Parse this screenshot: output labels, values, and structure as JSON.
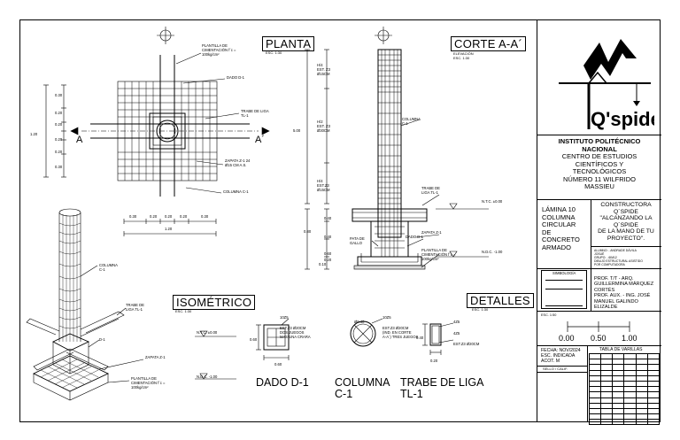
{
  "views": {
    "planta": {
      "title": "PLANTA",
      "scale": "ESC. 1:30"
    },
    "corte": {
      "title": "CORTE A-A´",
      "scale1": "ELEVACIÓN",
      "scale2": "ESC. 1:30"
    },
    "isometrico": {
      "title": "ISOMÉTRICO",
      "scale": "ESC. 1:30"
    },
    "detalles": {
      "title": "DETALLES",
      "scale": "ESC. 1:30"
    }
  },
  "planta_labels": {
    "plantilla": [
      "PLANTILLA DE",
      "CIMENTACIÓN f´c =",
      "100kg/cm²"
    ],
    "dado": "DADO D-1",
    "trabe": [
      "TRABE DE LIGA",
      "TL-1"
    ],
    "zapata": [
      "ZAPATA Z-1 24",
      "Ø15 CM A.S."
    ],
    "columna": "COLUMNA C-1",
    "section_marker": "A",
    "section_marker2": "A´",
    "dims_left": [
      "0.30",
      "0.20",
      "0.20",
      "0.20",
      "0.20",
      "0.30"
    ],
    "dim_total_left": "1.20",
    "dims_bottom": [
      "0.30",
      "0.20",
      "0.20",
      "0.20",
      "0.30"
    ],
    "dim_total_bottom": "1.20"
  },
  "corte_labels": {
    "ha": [
      "H/4",
      "EST. Z3",
      "Ø15CM"
    ],
    "hb": [
      "H/2",
      "EST. Z3",
      "Ø30CM"
    ],
    "hc": [
      "H/4",
      "EST.Z3",
      "Ø15CM"
    ],
    "height": "5.00",
    "columna": [
      "COLUMNA",
      "C-1"
    ],
    "trabe": [
      "TRABE DE",
      "LIGA TL-1"
    ],
    "ntc": "N.T.C. ±0.00",
    "zapata": "ZAPATA Z-1",
    "dado": "DADO D-1",
    "pata": [
      "PATA DE",
      "GALLO"
    ],
    "plantilla": [
      "PLANTILLA DE",
      "CIMENTACIÓN f´c =",
      "100kg/cm²"
    ],
    "ndc": "N.D.C. -1.00",
    "dims": [
      "0.40",
      "0.40",
      "0.60",
      "0.20",
      "0.10"
    ],
    "total": "0.80"
  },
  "iso_labels": {
    "columna": [
      "COLUMNA",
      "C-1"
    ],
    "trabe": [
      "TRABE DE",
      "LIGA TL-1"
    ],
    "dado": "D-1",
    "ntc": "N.T.C. ±0.00",
    "zapata": "ZAPATA Z-1",
    "plantilla": [
      "PLANTILLA DE",
      "CIMENTACIÓN f´c =",
      "100kg/cm²"
    ],
    "ndc": "N.D.C. -1.00"
  },
  "detalles": {
    "dado_spec": "10Z5",
    "dado_text": [
      "EST.Z3 Ø20CM",
      "DOS JUEGOS",
      "MAS UNA CRARA"
    ],
    "dado_dim_v": "0.60",
    "dado_dim_h": "0.60",
    "col_dim": "Ø0.40",
    "col_spec": "10Z5",
    "col_text": [
      "EST.Z3 Ø20CM",
      "(IND. EN CORTE",
      "A-A´) TRES JUEGOS"
    ],
    "trabe_spec_top": "4Z5",
    "trabe_spec_bot": "4Z5",
    "trabe_text": "EST.Z3 Ø20CM",
    "trabe_dim_v": "0.40",
    "trabe_dim_h": "0.20",
    "caption_dado": "DADO D-1",
    "caption_col": [
      "COLUMNA",
      "C-1"
    ],
    "caption_trabe": [
      "TRABE DE LIGA",
      "TL-1"
    ]
  },
  "title_block": {
    "logo_text": "Q'spide",
    "institution": [
      "INSTITUTO POLITÉCNICO",
      "NACIONAL"
    ],
    "center": [
      "CENTRO DE ESTUDIOS",
      "CIENTÍFICOS Y",
      "TECNOLÓGICOS",
      "NÚMERO 11 WILFRIDO",
      "MASSIEU"
    ],
    "sheet": [
      "LÁMINA 10",
      "COLUMNA",
      "CIRCULAR",
      "DE",
      "CONCRETO",
      "ARMADO"
    ],
    "company": [
      "CONSTRUCTORA",
      "Q´SPIDE",
      "\"ALCANZANDO LA",
      "Q´SPIDE",
      "DE LA MANO DE TU",
      "PROYECTO\"."
    ],
    "students": [
      "ALUMNO: - ANDRADE DÁVILA",
      "JOSUÉ",
      "GRUPO: - 6IM12",
      "DIBUJO ESTRUCTURAL ASISTIDO",
      "POR COMPUTADORA"
    ],
    "simbologia": "SIMBOLOGÍA",
    "professors": [
      "PROF. T/T - ARQ.",
      "GUILLERMINA MÁRQUEZ",
      "CORTÉS",
      "PROF. AUX. - ING. JOSÉ",
      "MANUEL GALINDO",
      "ELIZALDE"
    ],
    "scale_label": "ESC. 1:50",
    "scale_marks": [
      "0.00",
      "0.50",
      "1.00"
    ],
    "info": [
      "FECHA: NOV/2024",
      "ESC. INDICADA",
      "ACOT. M",
      "SELLO / CALIF."
    ],
    "table_title": "TABLA DE VARILLAS"
  }
}
